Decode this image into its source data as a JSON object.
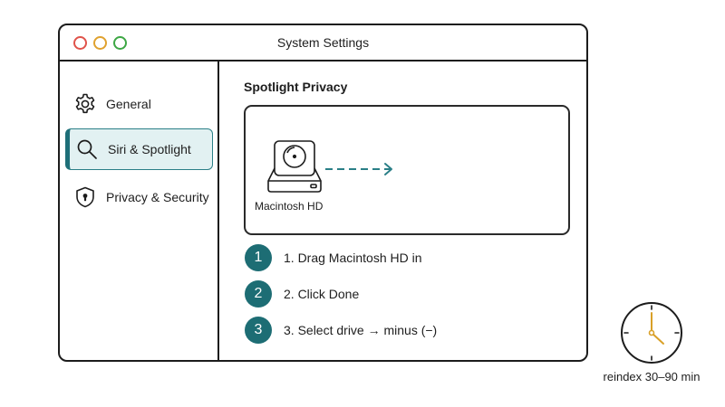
{
  "window": {
    "title": "System Settings"
  },
  "sidebar": {
    "items": [
      {
        "label": "General",
        "icon": "gear-icon",
        "selected": false
      },
      {
        "label": "Siri & Spotlight",
        "icon": "search-icon",
        "selected": true
      },
      {
        "label": "Privacy & Security",
        "icon": "shield-lock-icon",
        "selected": false
      }
    ]
  },
  "main": {
    "section_title": "Spotlight Privacy",
    "drop_box": {
      "drive_label": "Macintosh HD",
      "drive_icon": "hard-drive-icon",
      "arrow_icon": "dashed-arrow-right-icon"
    },
    "steps": [
      {
        "number": "1",
        "text": "1. Drag Macintosh HD in"
      },
      {
        "number": "2",
        "text": "2. Click Done"
      },
      {
        "number": "3",
        "text": "3. Select drive → minus (−)"
      }
    ]
  },
  "clock": {
    "icon": "clock-icon",
    "caption": "reindex 30–90 min"
  },
  "colors": {
    "accent": "#1d6d74",
    "selection_background": "#e2f1f2",
    "close": "#e0534a",
    "minimize": "#e0a12e",
    "zoom": "#3da744",
    "clock_hands": "#d9a028"
  }
}
